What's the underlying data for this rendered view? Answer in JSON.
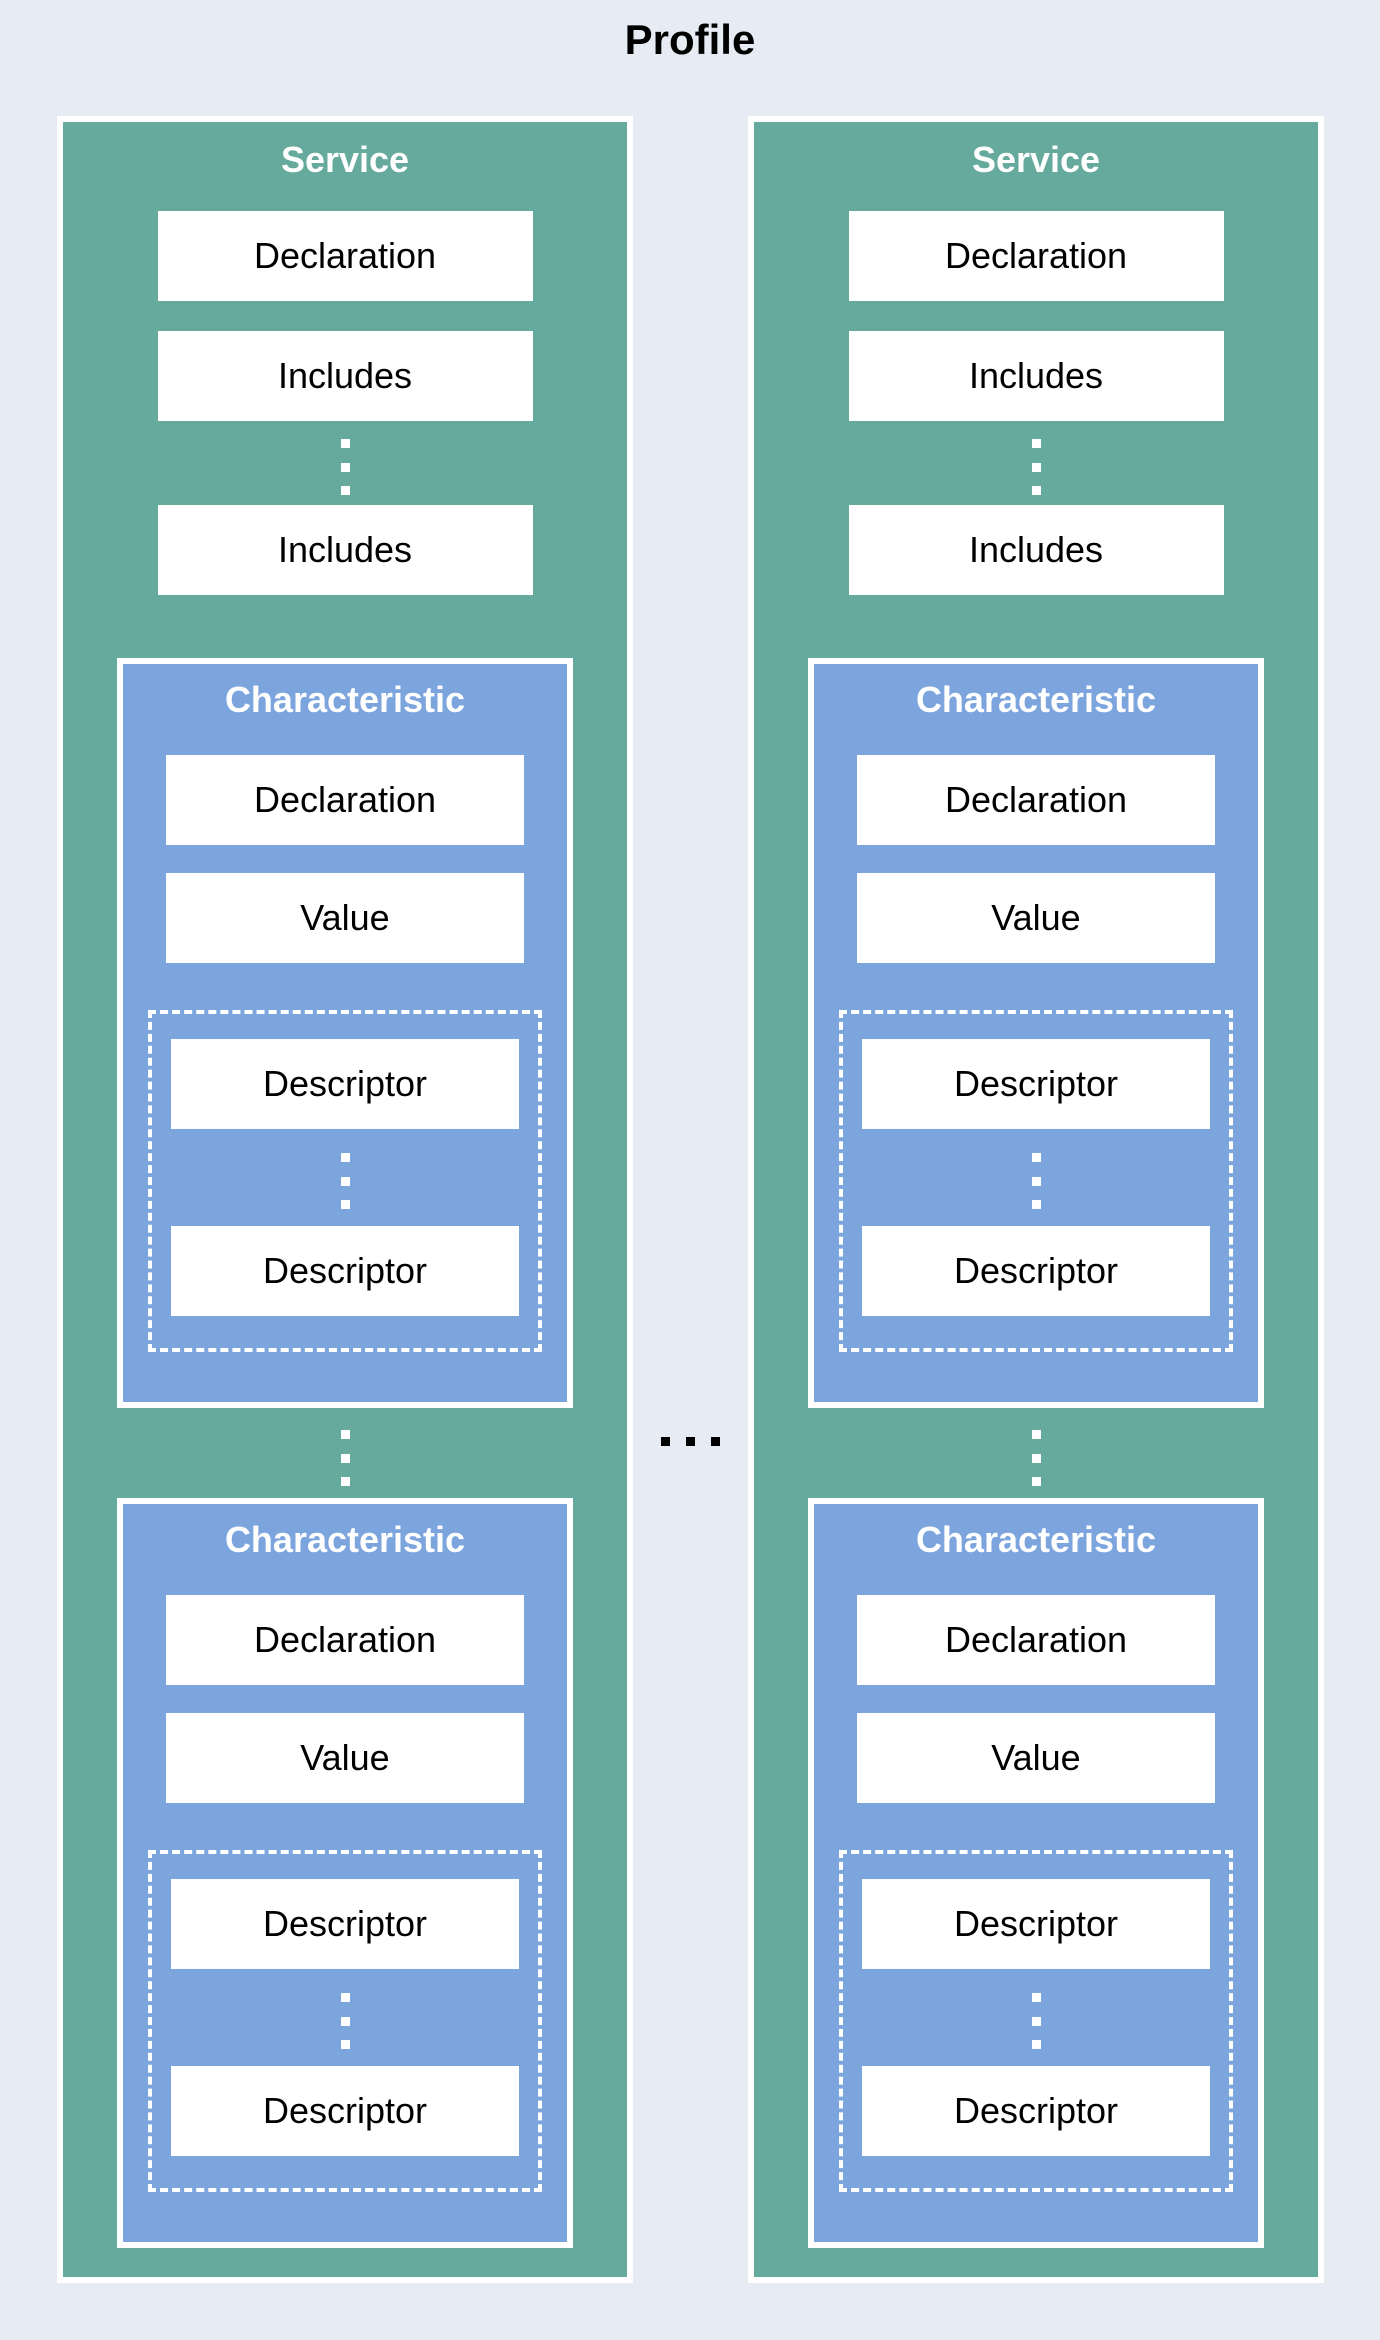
{
  "title": "Profile",
  "colors": {
    "background": "#e7ebf3",
    "service_fill": "#65aa9c",
    "characteristic_fill": "#7ca4dd",
    "item_fill": "#ffffff",
    "item_text": "#000000",
    "header_text": "#ffffff",
    "center_ellipsis": "#000000"
  },
  "services": [
    {
      "title": "Service",
      "declaration_label": "Declaration",
      "includes": [
        "Includes",
        "Includes"
      ],
      "characteristics": [
        {
          "title": "Characteristic",
          "declaration_label": "Declaration",
          "value_label": "Value",
          "descriptors": [
            "Descriptor",
            "Descriptor"
          ]
        },
        {
          "title": "Characteristic",
          "declaration_label": "Declaration",
          "value_label": "Value",
          "descriptors": [
            "Descriptor",
            "Descriptor"
          ]
        }
      ]
    },
    {
      "title": "Service",
      "declaration_label": "Declaration",
      "includes": [
        "Includes",
        "Includes"
      ],
      "characteristics": [
        {
          "title": "Characteristic",
          "declaration_label": "Declaration",
          "value_label": "Value",
          "descriptors": [
            "Descriptor",
            "Descriptor"
          ]
        },
        {
          "title": "Characteristic",
          "declaration_label": "Declaration",
          "value_label": "Value",
          "descriptors": [
            "Descriptor",
            "Descriptor"
          ]
        }
      ]
    }
  ]
}
